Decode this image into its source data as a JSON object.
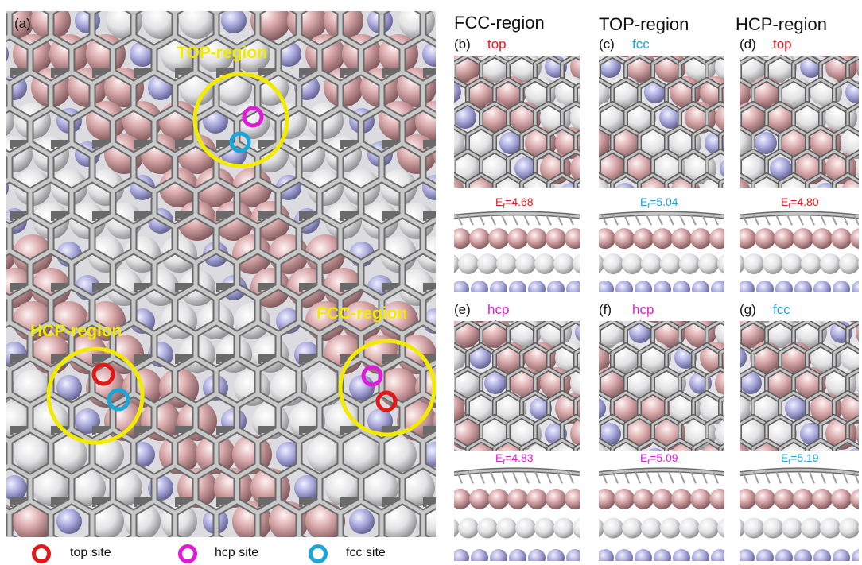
{
  "main_panel": {
    "label": "(a)",
    "regions": [
      {
        "id": "top",
        "label": "TOP-region"
      },
      {
        "id": "hcp",
        "label": "HCP-region"
      },
      {
        "id": "fcc",
        "label": "FCC-region"
      }
    ]
  },
  "columns": [
    {
      "header": "FCC-region"
    },
    {
      "header": "TOP-region"
    },
    {
      "header": "HCP-region"
    }
  ],
  "subpanels": [
    {
      "label": "(b)",
      "site": "top site",
      "color": "#e01818",
      "energy": "4.68 eV"
    },
    {
      "label": "(c)",
      "site": "fcc site",
      "color": "#1aa6d8",
      "energy": "5.04 eV"
    },
    {
      "label": "(d)",
      "site": "top site",
      "color": "#e01818",
      "energy": "4.80 eV"
    },
    {
      "label": "(e)",
      "site": "hcp site",
      "color": "#e01ad8",
      "energy": "4.83 eV"
    },
    {
      "label": "(f)",
      "site": "hcp site",
      "color": "#e01ad8",
      "energy": "5.09 eV"
    },
    {
      "label": "(g)",
      "site": "fcc site",
      "color": "#1aa6d8",
      "energy": "5.19 eV"
    }
  ],
  "energy_prefix": "E",
  "energy_subscript": "f",
  "energy_equals": "=",
  "legend": [
    {
      "label": "top site",
      "color": "#e01818"
    },
    {
      "label": "hcp site",
      "color": "#e01ad8"
    },
    {
      "label": "fcc  site",
      "color": "#1aa6d8"
    }
  ],
  "colors": {
    "boron_atom": "#d8a8aa",
    "nitrogen_atom": "#a8a8e0",
    "metal_atom": "#e4e4e6",
    "graphene_bond": "#9e9e9e",
    "region_circle": "#f2ea00"
  }
}
